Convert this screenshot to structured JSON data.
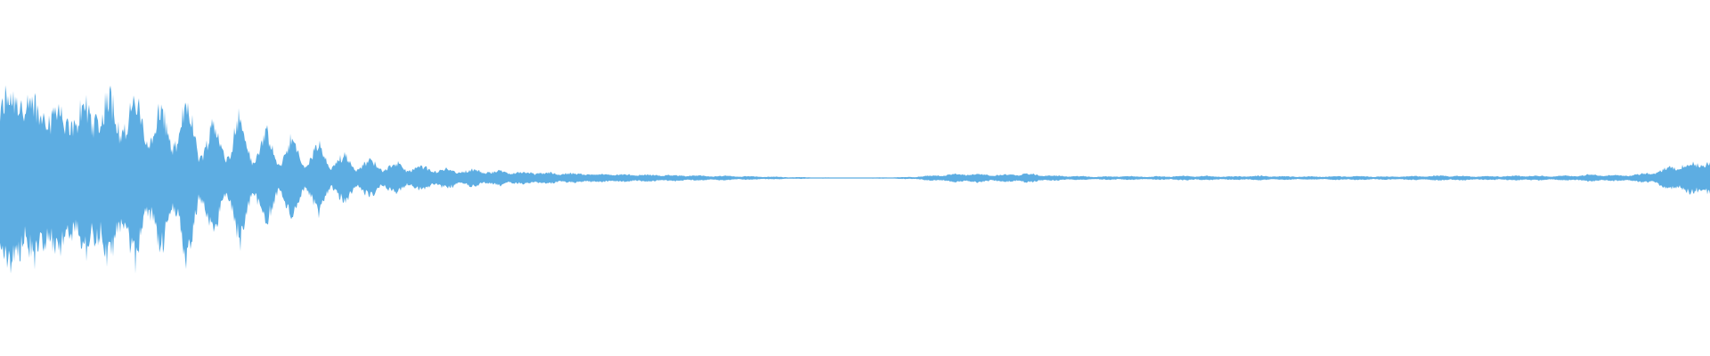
{
  "waveform": {
    "color": "#5dade2",
    "background": "#ffffff",
    "envelope": [
      0.95,
      0.7,
      0.92,
      0.55,
      0.86,
      0.45,
      0.8,
      0.5,
      0.95,
      0.42,
      0.85,
      0.35,
      0.7,
      0.28,
      0.78,
      0.22,
      0.55,
      0.2,
      0.6,
      0.18,
      0.42,
      0.16,
      0.36,
      0.14,
      0.3,
      0.12,
      0.22,
      0.1,
      0.18,
      0.09,
      0.14,
      0.08,
      0.11,
      0.07,
      0.09,
      0.06,
      0.08,
      0.055,
      0.07,
      0.05,
      0.06,
      0.045,
      0.05,
      0.04,
      0.045,
      0.035,
      0.04,
      0.03,
      0.035,
      0.028,
      0.03,
      0.025,
      0.025,
      0.02,
      0.02,
      0.018,
      0.016,
      0.014,
      0.012,
      0.01,
      0.008,
      0.006,
      0.005,
      0.004,
      0.004,
      0.004,
      0.005,
      0.006,
      0.008,
      0.012,
      0.02,
      0.03,
      0.035,
      0.04,
      0.035,
      0.03,
      0.032,
      0.04,
      0.035,
      0.025,
      0.02,
      0.018,
      0.015,
      0.014,
      0.016,
      0.018,
      0.015,
      0.014,
      0.016,
      0.018,
      0.02,
      0.018,
      0.016,
      0.015,
      0.018,
      0.02,
      0.018,
      0.016,
      0.015,
      0.014,
      0.015,
      0.016,
      0.018,
      0.016,
      0.015,
      0.014,
      0.016,
      0.018,
      0.02,
      0.022,
      0.02,
      0.018,
      0.016,
      0.018,
      0.02,
      0.022,
      0.02,
      0.018,
      0.02,
      0.025,
      0.03,
      0.028,
      0.025,
      0.03,
      0.04,
      0.06,
      0.1,
      0.14,
      0.12,
      0.18
    ]
  }
}
